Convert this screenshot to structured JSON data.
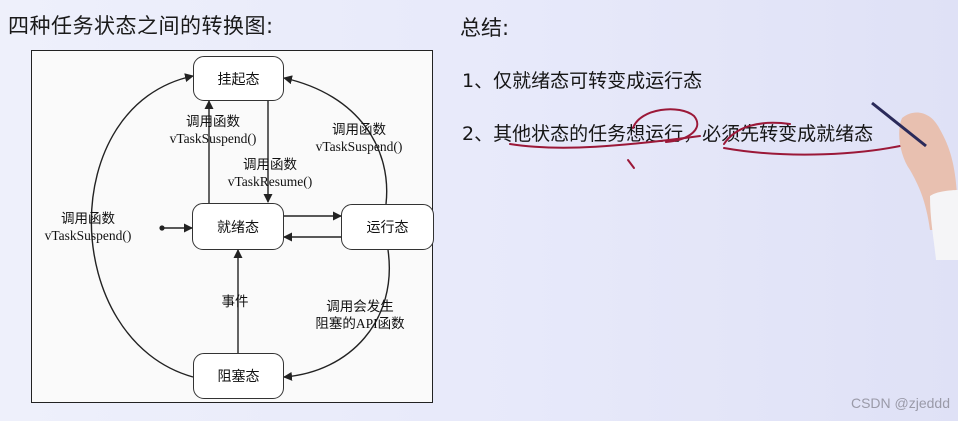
{
  "left_title": "四种任务状态之间的转换图:",
  "diagram": {
    "nodes": {
      "suspended": "挂起态",
      "ready": "就绪态",
      "running": "运行态",
      "blocked": "阻塞态"
    },
    "labels": {
      "ready_to_suspended_1": "调用函数",
      "ready_to_suspended_2": "vTaskSuspend()",
      "suspended_to_ready_1": "调用函数",
      "suspended_to_ready_2": "vTaskResume()",
      "running_to_suspended_1": "调用函数",
      "running_to_suspended_2": "vTaskSuspend()",
      "blocked_to_suspended_1": "调用函数",
      "blocked_to_suspended_2": "vTaskSuspend()",
      "blocked_to_ready": "事件",
      "running_to_blocked_1": "调用会发生",
      "running_to_blocked_2": "阻塞的API函数"
    }
  },
  "summary": {
    "title": "总结:",
    "points": [
      "1、仅就绪态可转变成运行态",
      "2、其他状态的任务想运行，必须先转变成就绪态"
    ]
  },
  "watermark": "CSDN @zjeddd",
  "colors": {
    "annotation": "#9b1838",
    "frame": "#222222"
  }
}
